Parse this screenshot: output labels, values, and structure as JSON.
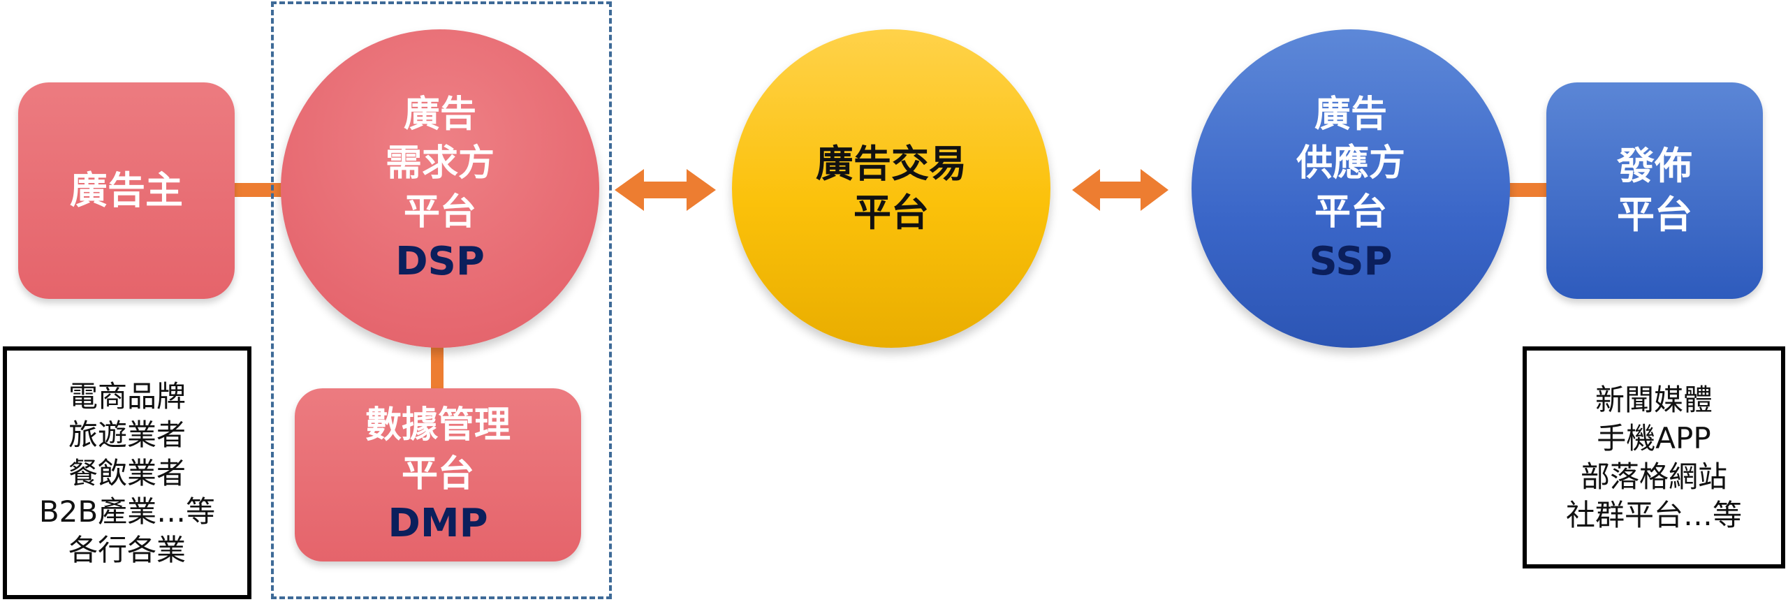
{
  "advertiser": {
    "label": "廣告主"
  },
  "dsp": {
    "lines": [
      "廣告",
      "需求方",
      "平台"
    ],
    "code": "DSP"
  },
  "dmp": {
    "lines": [
      "數據管理",
      "平台"
    ],
    "code": "DMP"
  },
  "exchange": {
    "lines": [
      "廣告交易",
      "平台"
    ]
  },
  "ssp": {
    "lines": [
      "廣告",
      "供應方",
      "平台"
    ],
    "code": "SSP"
  },
  "publisher": {
    "lines": [
      "發佈",
      "平台"
    ]
  },
  "advertiser_examples": [
    "電商品牌",
    "旅遊業者",
    "餐飲業者",
    "B2B產業…等",
    "各行各業"
  ],
  "publisher_examples": [
    "新聞媒體",
    "手機APP",
    "部落格網站",
    "社群平台…等"
  ],
  "colors": {
    "pink": "#E5646B",
    "gold": "#FBC10A",
    "blue": "#3A66C8",
    "orange": "#ED7D31",
    "navy": "#0B1F5C",
    "dash": "#3E6A97"
  }
}
